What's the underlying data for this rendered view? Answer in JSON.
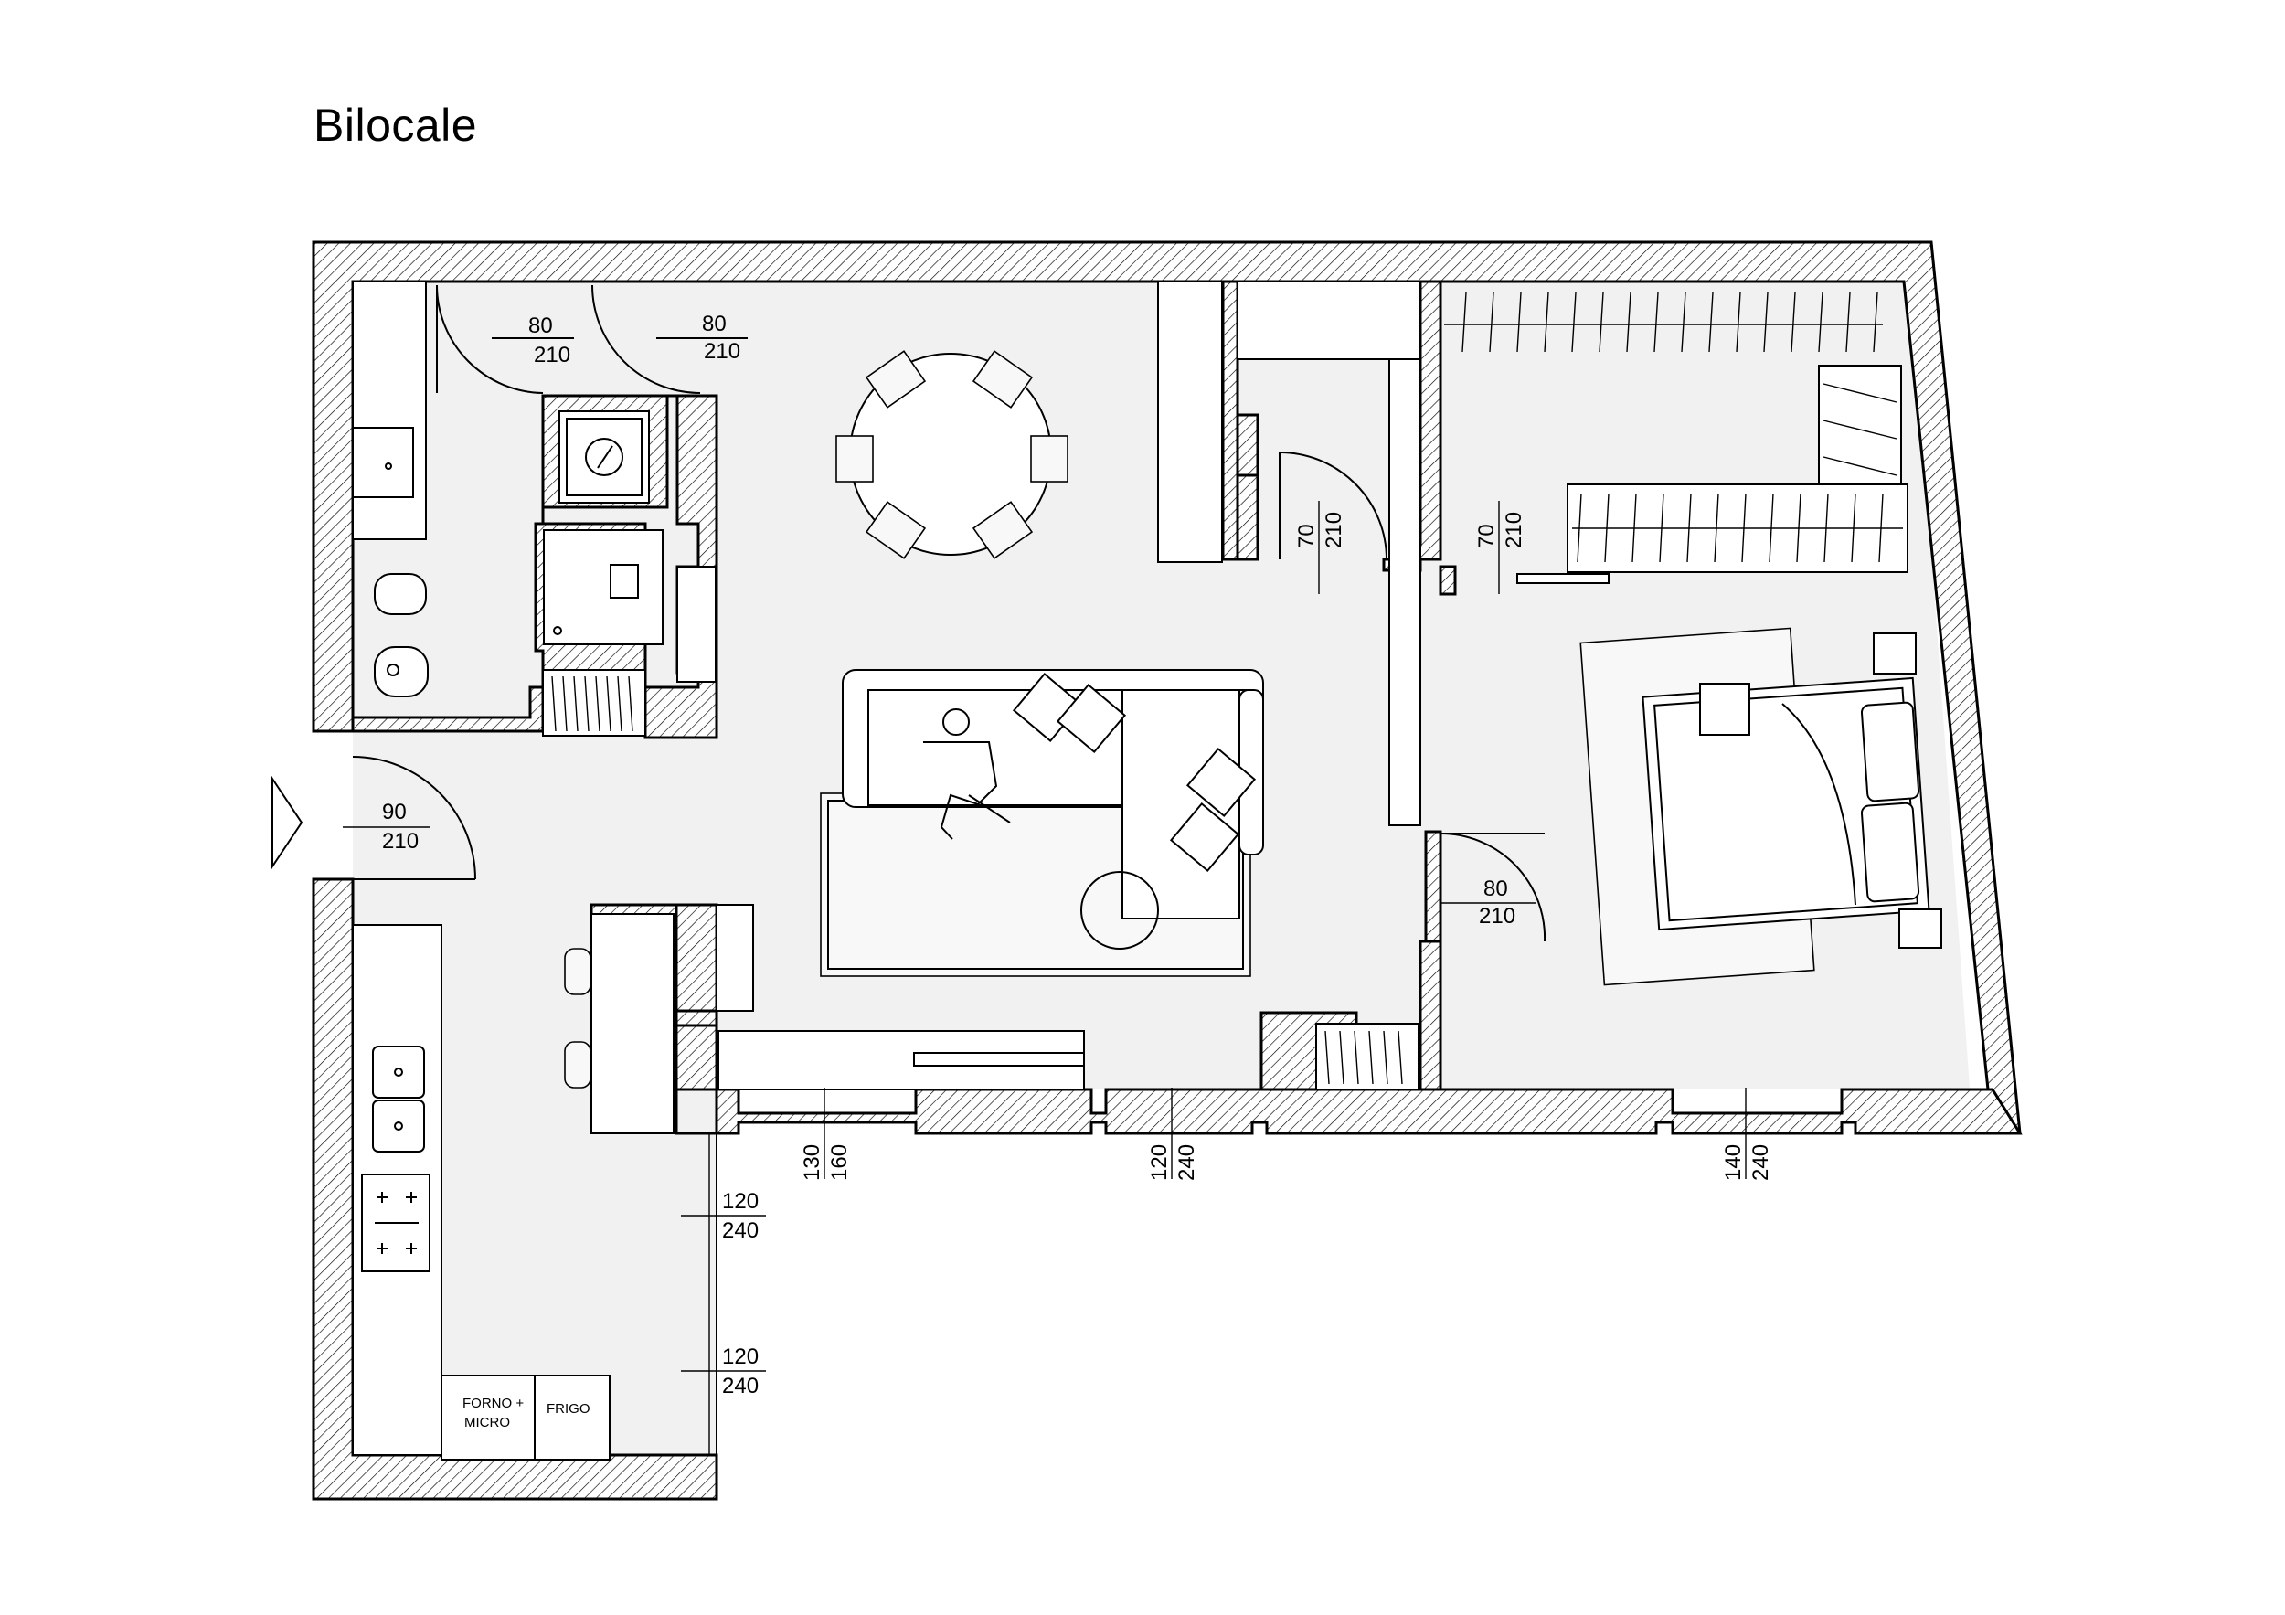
{
  "title": "Bilocale",
  "openings": {
    "bath_door_1": {
      "w": "80",
      "h": "210"
    },
    "bath_door_2": {
      "w": "80",
      "h": "210"
    },
    "entry_door": {
      "w": "90",
      "h": "210"
    },
    "hall_door": {
      "w": "70",
      "h": "210"
    },
    "closet_door": {
      "w": "70",
      "h": "210"
    },
    "bedroom_door": {
      "w": "80",
      "h": "210"
    },
    "window_living_1": {
      "w": "130",
      "h": "160"
    },
    "window_living_2": {
      "w": "120",
      "h": "240"
    },
    "window_bedroom": {
      "w": "140",
      "h": "240"
    },
    "window_kitchen_1": {
      "w": "120",
      "h": "240"
    },
    "window_kitchen_2": {
      "w": "120",
      "h": "240"
    }
  },
  "appliances": {
    "oven": "FORNO +",
    "micro": "MICRO",
    "fridge": "FRIGO"
  }
}
